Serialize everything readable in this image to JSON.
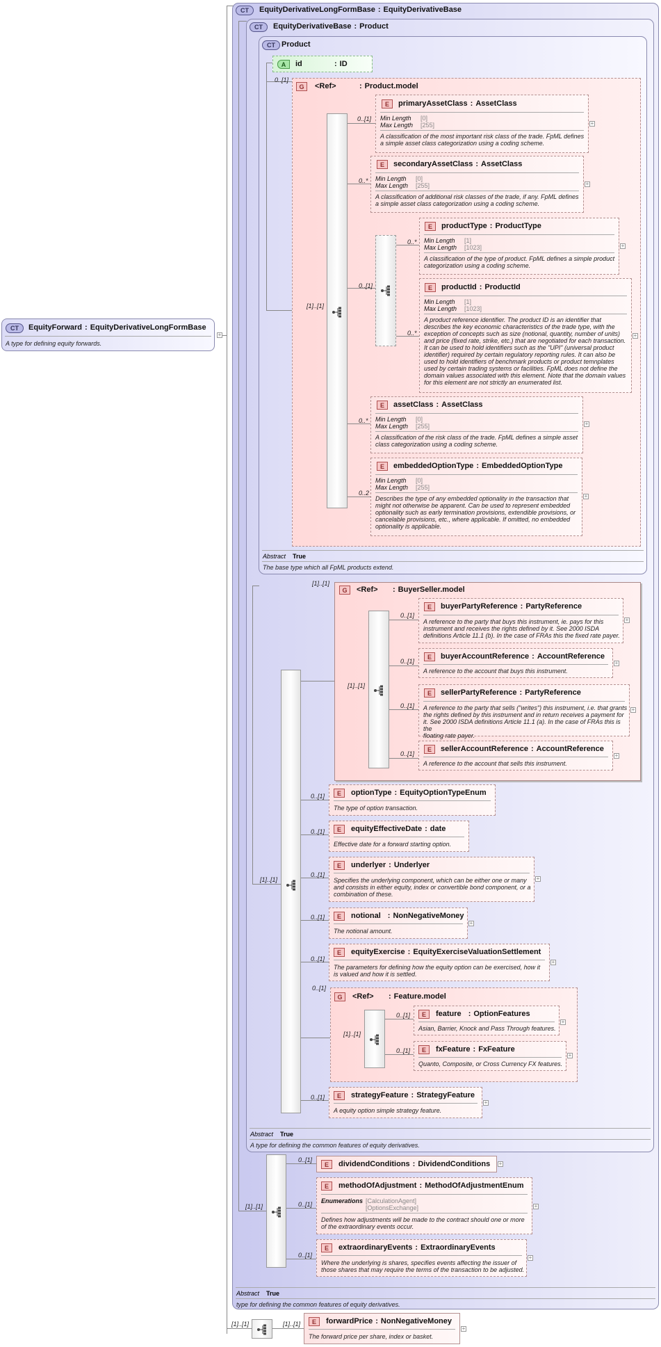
{
  "root": {
    "badge": "CT",
    "name": "EquityForward",
    "base": "EquityDerivativeLongFormBase",
    "doc": "A type for defining equity forwards."
  },
  "longForm": {
    "badge": "CT",
    "name": "EquityDerivativeLongFormBase",
    "base": "EquityDerivativeBase",
    "abstract_label": "Abstract",
    "abstract_value": "True",
    "doc": "type for defining the common features of equity derivatives."
  },
  "derivBase": {
    "badge": "CT",
    "name": "EquityDerivativeBase",
    "base": "Product",
    "abstract_label": "Abstract",
    "abstract_value": "True",
    "doc": "A type for defining the common features of equity derivatives."
  },
  "product": {
    "badge": "CT",
    "name": "Product",
    "abstract_label": "Abstract",
    "abstract_value": "True",
    "doc": "The base type which all FpML products extend.",
    "attr": {
      "badge": "A",
      "name": "id",
      "type": "ID"
    },
    "group_card": "0..[1]",
    "group": {
      "badge": "G",
      "ref": "<Ref>",
      "type": "Product.model"
    }
  },
  "productModel": {
    "seq_card": "[1]..[1]",
    "elements": [
      {
        "card": "0..[1]",
        "name": "primaryAssetClass",
        "type": "AssetClass",
        "facets": [
          {
            "label": "Min Length",
            "value": "[0]"
          },
          {
            "label": "Max Length",
            "value": "[255]"
          }
        ],
        "doc": [
          "A classification of the most important risk class of the trade. FpML defines",
          "a simple asset class categorization using a coding scheme."
        ]
      },
      {
        "card": "0..*",
        "name": "secondaryAssetClass",
        "type": "AssetClass",
        "facets": [
          {
            "label": "Min Length",
            "value": "[0]"
          },
          {
            "label": "Max Length",
            "value": "[255]"
          }
        ],
        "doc": [
          "A classification of additional risk classes of the trade, if any. FpML defines",
          "a simple asset class categorization using a coding scheme."
        ]
      },
      {
        "card": "0..*",
        "name": "assetClass",
        "type": "AssetClass",
        "facets": [
          {
            "label": "Min Length",
            "value": "[0]"
          },
          {
            "label": "Max Length",
            "value": "[255]"
          }
        ],
        "doc": [
          "A classification of the risk class of the trade. FpML defines a simple asset",
          "class categorization using a coding scheme."
        ]
      },
      {
        "card": "0..2",
        "name": "embeddedOptionType",
        "type": "EmbeddedOptionType",
        "facets": [
          {
            "label": "Min Length",
            "value": "[0]"
          },
          {
            "label": "Max Length",
            "value": "[255]"
          }
        ],
        "doc": [
          "Describes the type of any embedded optionality in the transaction that",
          "might not otherwise be apparent. Can be used to represent embedded",
          "optionality such as early termination provisions, extendible provisions, or",
          "cancelable provisions, etc., where applicable. If omitted, no embedded",
          "optionality is applicable."
        ]
      }
    ],
    "inner_choice_card": "0..[1]",
    "inner": [
      {
        "card": "0..*",
        "name": "productType",
        "type": "ProductType",
        "facets": [
          {
            "label": "Min Length",
            "value": "[1]"
          },
          {
            "label": "Max Length",
            "value": "[1023]"
          }
        ],
        "doc": [
          "A classification of the type of product. FpML defines a simple product",
          "categorization using a coding scheme."
        ]
      },
      {
        "card": "0..*",
        "name": "productId",
        "type": "ProductId",
        "facets": [
          {
            "label": "Min Length",
            "value": "[1]"
          },
          {
            "label": "Max Length",
            "value": "[1023]"
          }
        ],
        "doc": [
          "A product reference identifier. The product ID is an identifier that",
          "describes the key economic characteristics of the trade type, with the",
          "exception of concepts such as size (notional, quantity, number of units)",
          "and price (fixed rate, strike, etc.) that are negotiated for each transaction.",
          "It can be used to hold identifiers such as the \"UPI\" (universal product",
          "identifier) required by certain regulatory reporting rules. It can also be",
          "used to hold identifiers of benchmark products or product temnplates",
          "used by certain trading systems or facilities. FpML does not define the",
          "domain values associated with this element. Note that the domain values",
          "for this element are not strictly an enumerated list."
        ]
      }
    ]
  },
  "buyerSeller": {
    "card": "[1]..[1]",
    "badge": "G",
    "ref": "<Ref>",
    "type": "BuyerSeller.model",
    "seq_card": "[1]..[1]",
    "elements": [
      {
        "card": "0..[1]",
        "name": "buyerPartyReference",
        "type": "PartyReference",
        "doc": [
          "A reference to the party that buys this instrument, ie. pays for this",
          "instrument and receives the rights defined by it. See 2000 ISDA",
          "definitions Article 11.1 (b). In the case of FRAs this the fixed rate payer."
        ]
      },
      {
        "card": "0..[1]",
        "name": "buyerAccountReference",
        "type": "AccountReference",
        "doc": [
          "A reference to the account that buys this instrument."
        ]
      },
      {
        "card": "0..[1]",
        "name": "sellerPartyReference",
        "type": "PartyReference",
        "doc": [
          "A reference to the party that sells (\"writes\") this instrument, i.e. that grants",
          "the rights defined by this instrument and in return receives a payment for",
          "it. See 2000 ISDA definitions Article 11.1 (a). In the case of FRAs this is the",
          "floating rate payer."
        ]
      },
      {
        "card": "0..[1]",
        "name": "sellerAccountReference",
        "type": "AccountReference",
        "doc": [
          "A reference to the account that sells this instrument."
        ]
      }
    ]
  },
  "derivSeq": {
    "seq_card": "[1]..[1]",
    "elements": [
      {
        "card": "0..[1]",
        "name": "optionType",
        "type": "EquityOptionTypeEnum",
        "doc": [
          "The type of option transaction."
        ]
      },
      {
        "card": "0..[1]",
        "name": "equityEffectiveDate",
        "type": "date",
        "doc": [
          "Effective date for a forward starting option."
        ]
      },
      {
        "card": "0..[1]",
        "name": "underlyer",
        "type": "Underlyer",
        "doc": [
          "Specifies the underlying component, which can be either one or many",
          "and consists in either equity, index or convertible bond component, or a",
          "combination of these."
        ]
      },
      {
        "card": "0..[1]",
        "name": "notional",
        "type": "NonNegativeMoney",
        "doc": [
          "The notional amount."
        ]
      },
      {
        "card": "0..[1]",
        "name": "equityExercise",
        "type": "EquityExerciseValuationSettlement",
        "doc": [
          "The parameters for defining how the equity option can be exercised, how it",
          "is valued and how it is settled."
        ]
      },
      {
        "card": "0..[1]",
        "name": "strategyFeature",
        "type": "StrategyFeature",
        "doc": [
          "A equity option simple strategy feature."
        ]
      }
    ],
    "feature_card": "0..[1]",
    "feature_group": {
      "badge": "G",
      "ref": "<Ref>",
      "type": "Feature.model",
      "seq_card": "[1]..[1]"
    },
    "features": [
      {
        "card": "0..[1]",
        "name": "feature",
        "type": "OptionFeatures",
        "doc": [
          "Asian, Barrier, Knock and Pass Through features."
        ]
      },
      {
        "card": "0..[1]",
        "name": "fxFeature",
        "type": "FxFeature",
        "doc": [
          "Quanto, Composite, or Cross Currency FX features."
        ]
      }
    ]
  },
  "longSeq": {
    "seq_card": "[1]..[1]",
    "elements": [
      {
        "card": "0..[1]",
        "name": "dividendConditions",
        "type": "DividendConditions",
        "doc": []
      },
      {
        "card": "0..[1]",
        "name": "methodOfAdjustment",
        "type": "MethodOfAdjustmentEnum",
        "enum_label": "Enumerations",
        "enums": [
          "[CalculationAgent]",
          "[OptionsExchange]"
        ],
        "doc": [
          "Defines how adjustments will be made to the contract should one or more",
          "of the extraordinary events occur."
        ]
      },
      {
        "card": "0..[1]",
        "name": "extraordinaryEvents",
        "type": "ExtraordinaryEvents",
        "doc": [
          "Where the underlying is shares, specifies events affecting the issuer of",
          "those shares that may require the terms of the transaction to be adjusted."
        ]
      }
    ]
  },
  "forwardSeq": {
    "seq_card": "[1]..[1]",
    "elem_card": "[1]..[1]",
    "element": {
      "name": "forwardPrice",
      "type": "NonNegativeMoney",
      "doc": [
        "The forward price per share, index or basket."
      ]
    }
  },
  "glyphs": {
    "type_sep": ":",
    "expand": "+"
  }
}
